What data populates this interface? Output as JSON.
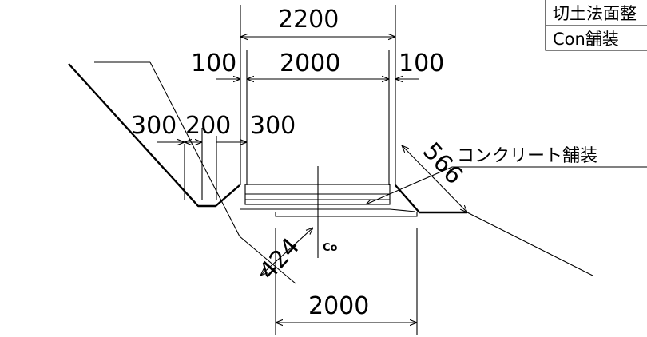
{
  "dimensions": {
    "top_width": "2200",
    "left_margin": "100",
    "inner_width": "2000",
    "right_margin": "100",
    "left_300": "300",
    "mid_200": "200",
    "right_300": "300",
    "bottom_width": "2000",
    "diag_right": "566",
    "diag_left": "424"
  },
  "labels": {
    "pavement": "コンクリート舗装",
    "co": "Co"
  },
  "legend_table": {
    "rows": [
      "切土法面整",
      "Con舗装"
    ]
  }
}
